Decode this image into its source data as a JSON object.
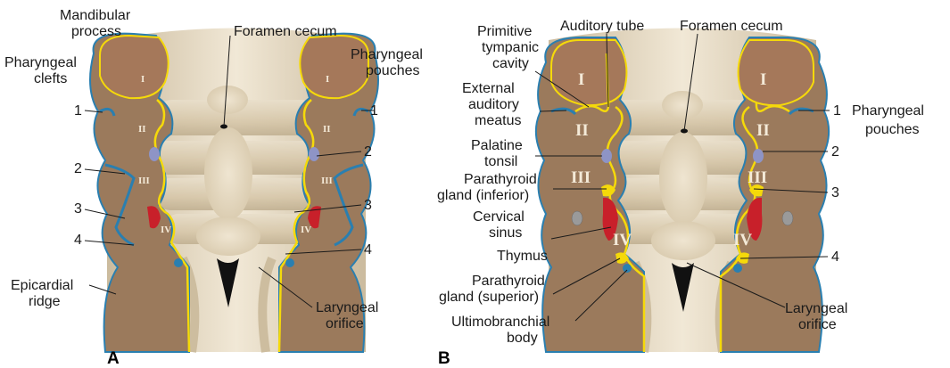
{
  "panel_a": {
    "letter": "A",
    "labels": {
      "mandibular_line1": "Mandibular",
      "mandibular_line2": "process",
      "foramen_cecum": "Foramen cecum",
      "clefts_line1": "Pharyngeal",
      "clefts_line2": "clefts",
      "pouches_line1": "Pharyngeal",
      "pouches_line2": "pouches",
      "epicardial_line1": "Epicardial",
      "epicardial_line2": "ridge",
      "laryngeal_line1": "Laryngeal",
      "laryngeal_line2": "orifice"
    },
    "left_numbers": [
      "1",
      "2",
      "3",
      "4"
    ],
    "right_numbers": [
      "1",
      "2",
      "3",
      "4"
    ],
    "arches": [
      "I",
      "II",
      "III",
      "IV"
    ]
  },
  "panel_b": {
    "letter": "B",
    "labels": {
      "primitive_line1": "Primitive",
      "primitive_line2": "tympanic",
      "primitive_line3": "cavity",
      "auditory_tube": "Auditory tube",
      "foramen_cecum": "Foramen cecum",
      "external_line1": "External",
      "external_line2": "auditory",
      "external_line3": "meatus",
      "palatine_line1": "Palatine",
      "palatine_line2": "tonsil",
      "parathyroid_inf_line1": "Parathyroid",
      "parathyroid_inf_line2": "gland (inferior)",
      "cervical_line1": "Cervical",
      "cervical_line2": "sinus",
      "thymus": "Thymus",
      "parathyroid_sup_line1": "Parathyroid",
      "parathyroid_sup_line2": "gland (superior)",
      "ultimobranchial_line1": "Ultimobranchial",
      "ultimobranchial_line2": "body",
      "laryngeal_line1": "Laryngeal",
      "laryngeal_line2": "orifice",
      "pouches_line1": "Pharyngeal",
      "pouches_line2": "pouches"
    },
    "right_numbers": [
      "1",
      "2",
      "3",
      "4"
    ],
    "arches": [
      "I",
      "II",
      "III",
      "IV"
    ]
  },
  "colors": {
    "tissue": "#9b7a5c",
    "tissue_dark": "#8a6a4d",
    "mandibular": "#a5785a",
    "pharynx_floor": "#e8dcc4",
    "outline_blue": "#2a7fb0",
    "pouch_yellow": "#f5d90a",
    "tonsil": "#8e94c6",
    "thymus": "#c8202a",
    "sinus": "#9a9a9a"
  }
}
